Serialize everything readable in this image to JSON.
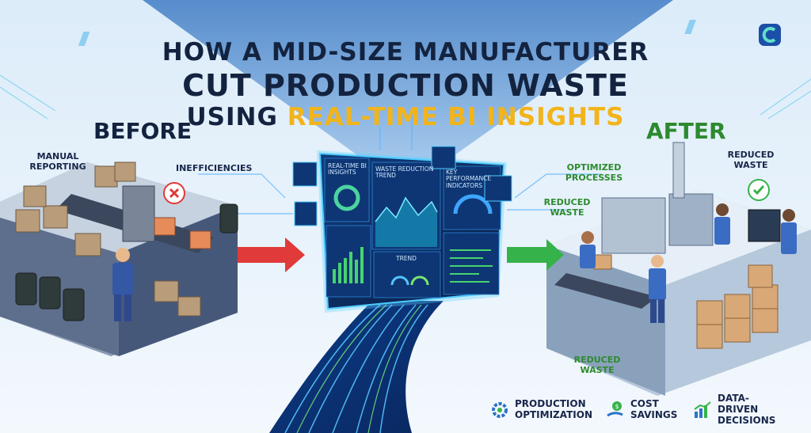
{
  "title": {
    "line1": "HOW A MID-SIZE MANUFACTURER",
    "line2": "CUT PRODUCTION WASTE",
    "line3_prefix": "USING ",
    "line3_highlight": "REAL-TIME BI INSIGHTS"
  },
  "before": {
    "heading": "BEFORE",
    "manual_reporting": "MANUAL REPORTING",
    "inefficiencies": "INEFFICIENCIES"
  },
  "after": {
    "heading": "AFTER",
    "optimized_processes": "OPTIMIZED PROCESSES",
    "reduced_waste_top": "REDUCED WASTE",
    "reduced_waste_left": "REDUCED WASTE",
    "reduced_waste_bottom": "REDUCED WASTE"
  },
  "dashboard": {
    "realtime": "REAL-TIME BI INSIGHTS",
    "waste_trend": "WASTE REDUCTION TREND",
    "kpi": "KEY PERFORMANCE INDICATORS",
    "trend": "TREND"
  },
  "legend": [
    {
      "label": "PRODUCTION OPTIMIZATION",
      "icon": "gear-icon"
    },
    {
      "label": "COST SAVINGS",
      "icon": "money-hand-icon"
    },
    {
      "label": "DATA-DRIVEN DECISIONS",
      "icon": "bar-chart-icon"
    }
  ],
  "colors": {
    "navy": "#13233f",
    "highlight": "#f2b41b",
    "after_green": "#2d8a2f",
    "before_red": "#e03a3a",
    "dashboard": "#0d2a5c"
  }
}
